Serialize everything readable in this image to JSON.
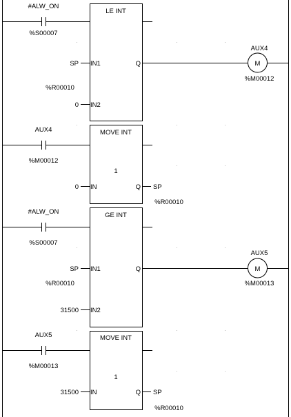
{
  "rungs": [
    {
      "contact": {
        "tag": "#ALW_ON",
        "address": "%S00007"
      },
      "block": {
        "title": "LE INT",
        "in1": {
          "pin": "IN1",
          "value": "SP",
          "address": "%R00010"
        },
        "in2": {
          "pin": "IN2",
          "value": "0"
        },
        "q_pin": "Q"
      },
      "coil": {
        "tag": "AUX4",
        "symbol": "M",
        "address": "%M00012"
      }
    },
    {
      "contact": {
        "tag": "AUX4",
        "address": "%M00012"
      },
      "block": {
        "title": "MOVE INT",
        "count": "1",
        "in": {
          "pin": "IN",
          "value": "0"
        },
        "q": {
          "pin": "Q",
          "value": "SP",
          "address": "%R00010"
        }
      }
    },
    {
      "contact": {
        "tag": "#ALW_ON",
        "address": "%S00007"
      },
      "block": {
        "title": "GE INT",
        "in1": {
          "pin": "IN1",
          "value": "SP",
          "address": "%R00010"
        },
        "in2": {
          "pin": "IN2",
          "value": "31500"
        },
        "q_pin": "Q"
      },
      "coil": {
        "tag": "AUX5",
        "symbol": "M",
        "address": "%M00013"
      }
    },
    {
      "contact": {
        "tag": "AUX5",
        "address": "%M00013"
      },
      "block": {
        "title": "MOVE INT",
        "count": "1",
        "in": {
          "pin": "IN",
          "value": "31500"
        },
        "q": {
          "pin": "Q",
          "value": "SP",
          "address": "%R00010"
        }
      }
    }
  ]
}
